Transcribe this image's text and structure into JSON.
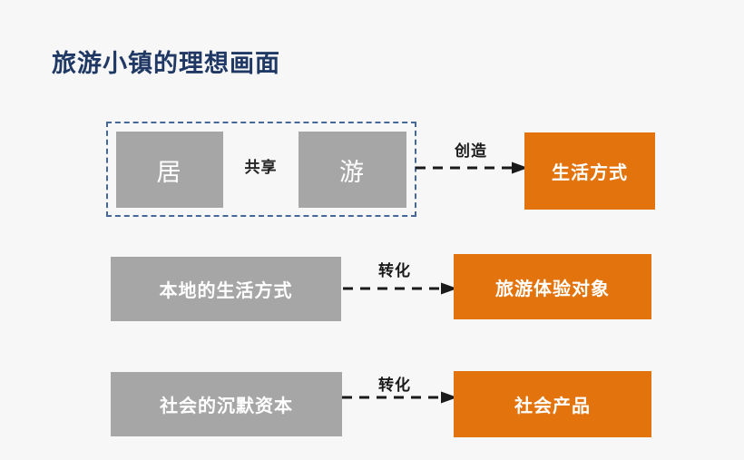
{
  "slide": {
    "title": "旅游小镇的理想画面",
    "background_color": "#f7f7f7",
    "title_color": "#1f3864",
    "gray_color": "#a6a6a6",
    "orange_color": "#e3730d",
    "dashed_border_color": "#44689a"
  },
  "rows": [
    {
      "id": "row-1",
      "group_label": "",
      "left_items": [
        {
          "label": "居"
        },
        {
          "label": "游"
        }
      ],
      "connector_label": "共享",
      "arrow_label": "创造",
      "result": {
        "label": "生活方式"
      }
    },
    {
      "id": "row-2",
      "source": {
        "label": "本地的生活方式"
      },
      "arrow_label": "转化",
      "result": {
        "label": "旅游体验对象"
      }
    },
    {
      "id": "row-3",
      "source": {
        "label": "社会的沉默资本"
      },
      "arrow_label": "转化",
      "result": {
        "label": "社会产品"
      }
    }
  ]
}
